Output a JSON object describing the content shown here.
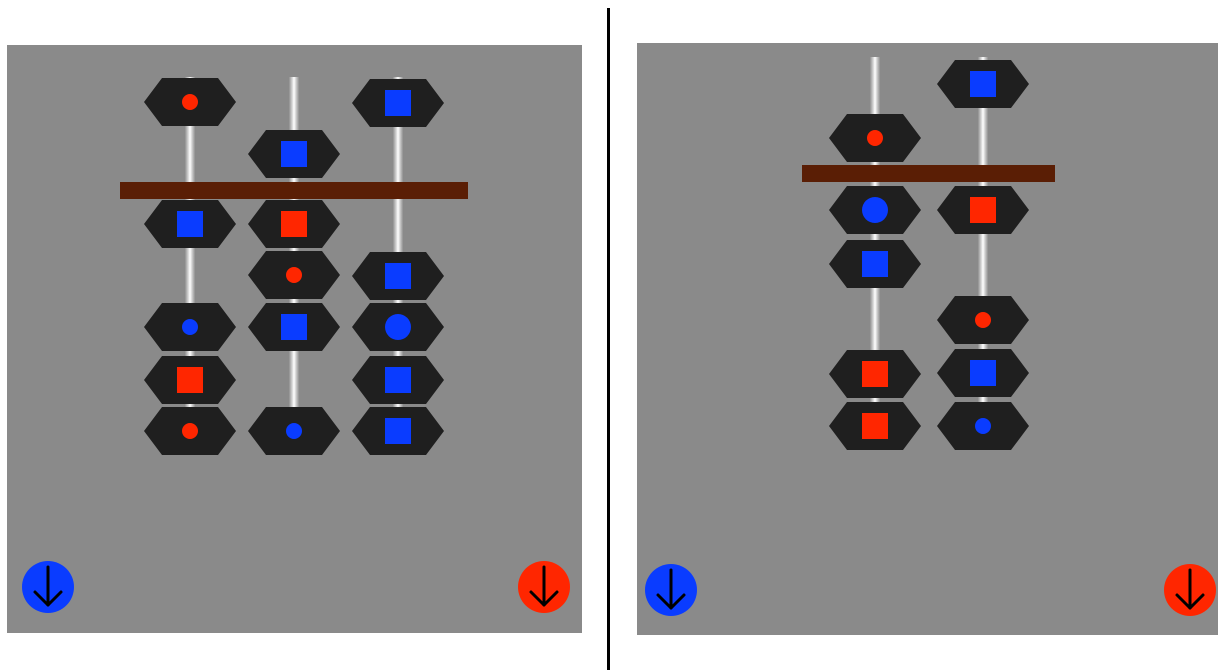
{
  "colors": {
    "background": "#ffffff",
    "panel": "#8a8a8a",
    "bead_body": "#1f1f1f",
    "beam": "#5a1e05",
    "red": "#ff2600",
    "blue": "#0a3cff"
  },
  "left_panel": {
    "rods": [
      {
        "upper_beads": [
          {
            "mark": "dot",
            "color": "red"
          }
        ],
        "lower_beads": [
          {
            "mark": "square",
            "color": "blue"
          },
          {
            "mark": "dot",
            "color": "blue"
          },
          {
            "mark": "square",
            "color": "red"
          },
          {
            "mark": "dot",
            "color": "red"
          }
        ]
      },
      {
        "upper_beads": [
          {
            "mark": "square",
            "color": "blue"
          }
        ],
        "lower_beads": [
          {
            "mark": "square",
            "color": "red"
          },
          {
            "mark": "dot",
            "color": "red"
          },
          {
            "mark": "square",
            "color": "blue"
          },
          {
            "mark": "dot",
            "color": "blue"
          }
        ]
      },
      {
        "upper_beads": [
          {
            "mark": "square",
            "color": "blue"
          }
        ],
        "lower_beads": [
          {
            "mark": "square",
            "color": "blue"
          },
          {
            "mark": "circle",
            "color": "blue"
          },
          {
            "mark": "square",
            "color": "blue"
          },
          {
            "mark": "square",
            "color": "blue"
          }
        ]
      }
    ],
    "buttons": [
      {
        "name": "blue-down-arrow-button",
        "color": "blue",
        "icon": "arrow-down-icon"
      },
      {
        "name": "red-down-arrow-button",
        "color": "red",
        "icon": "arrow-down-icon"
      }
    ]
  },
  "right_panel": {
    "rods": [
      {
        "upper_beads": [
          {
            "mark": "dot",
            "color": "red"
          }
        ],
        "lower_beads": [
          {
            "mark": "circle",
            "color": "blue"
          },
          {
            "mark": "square",
            "color": "blue"
          },
          {
            "mark": "square",
            "color": "red"
          },
          {
            "mark": "square",
            "color": "red"
          }
        ]
      },
      {
        "upper_beads": [
          {
            "mark": "square",
            "color": "blue"
          }
        ],
        "lower_beads": [
          {
            "mark": "square",
            "color": "red"
          },
          {
            "mark": "dot",
            "color": "red"
          },
          {
            "mark": "square",
            "color": "blue"
          },
          {
            "mark": "dot",
            "color": "blue"
          }
        ]
      }
    ],
    "buttons": [
      {
        "name": "blue-down-arrow-button",
        "color": "blue",
        "icon": "arrow-down-icon"
      },
      {
        "name": "red-down-arrow-button",
        "color": "red",
        "icon": "arrow-down-icon"
      }
    ]
  }
}
